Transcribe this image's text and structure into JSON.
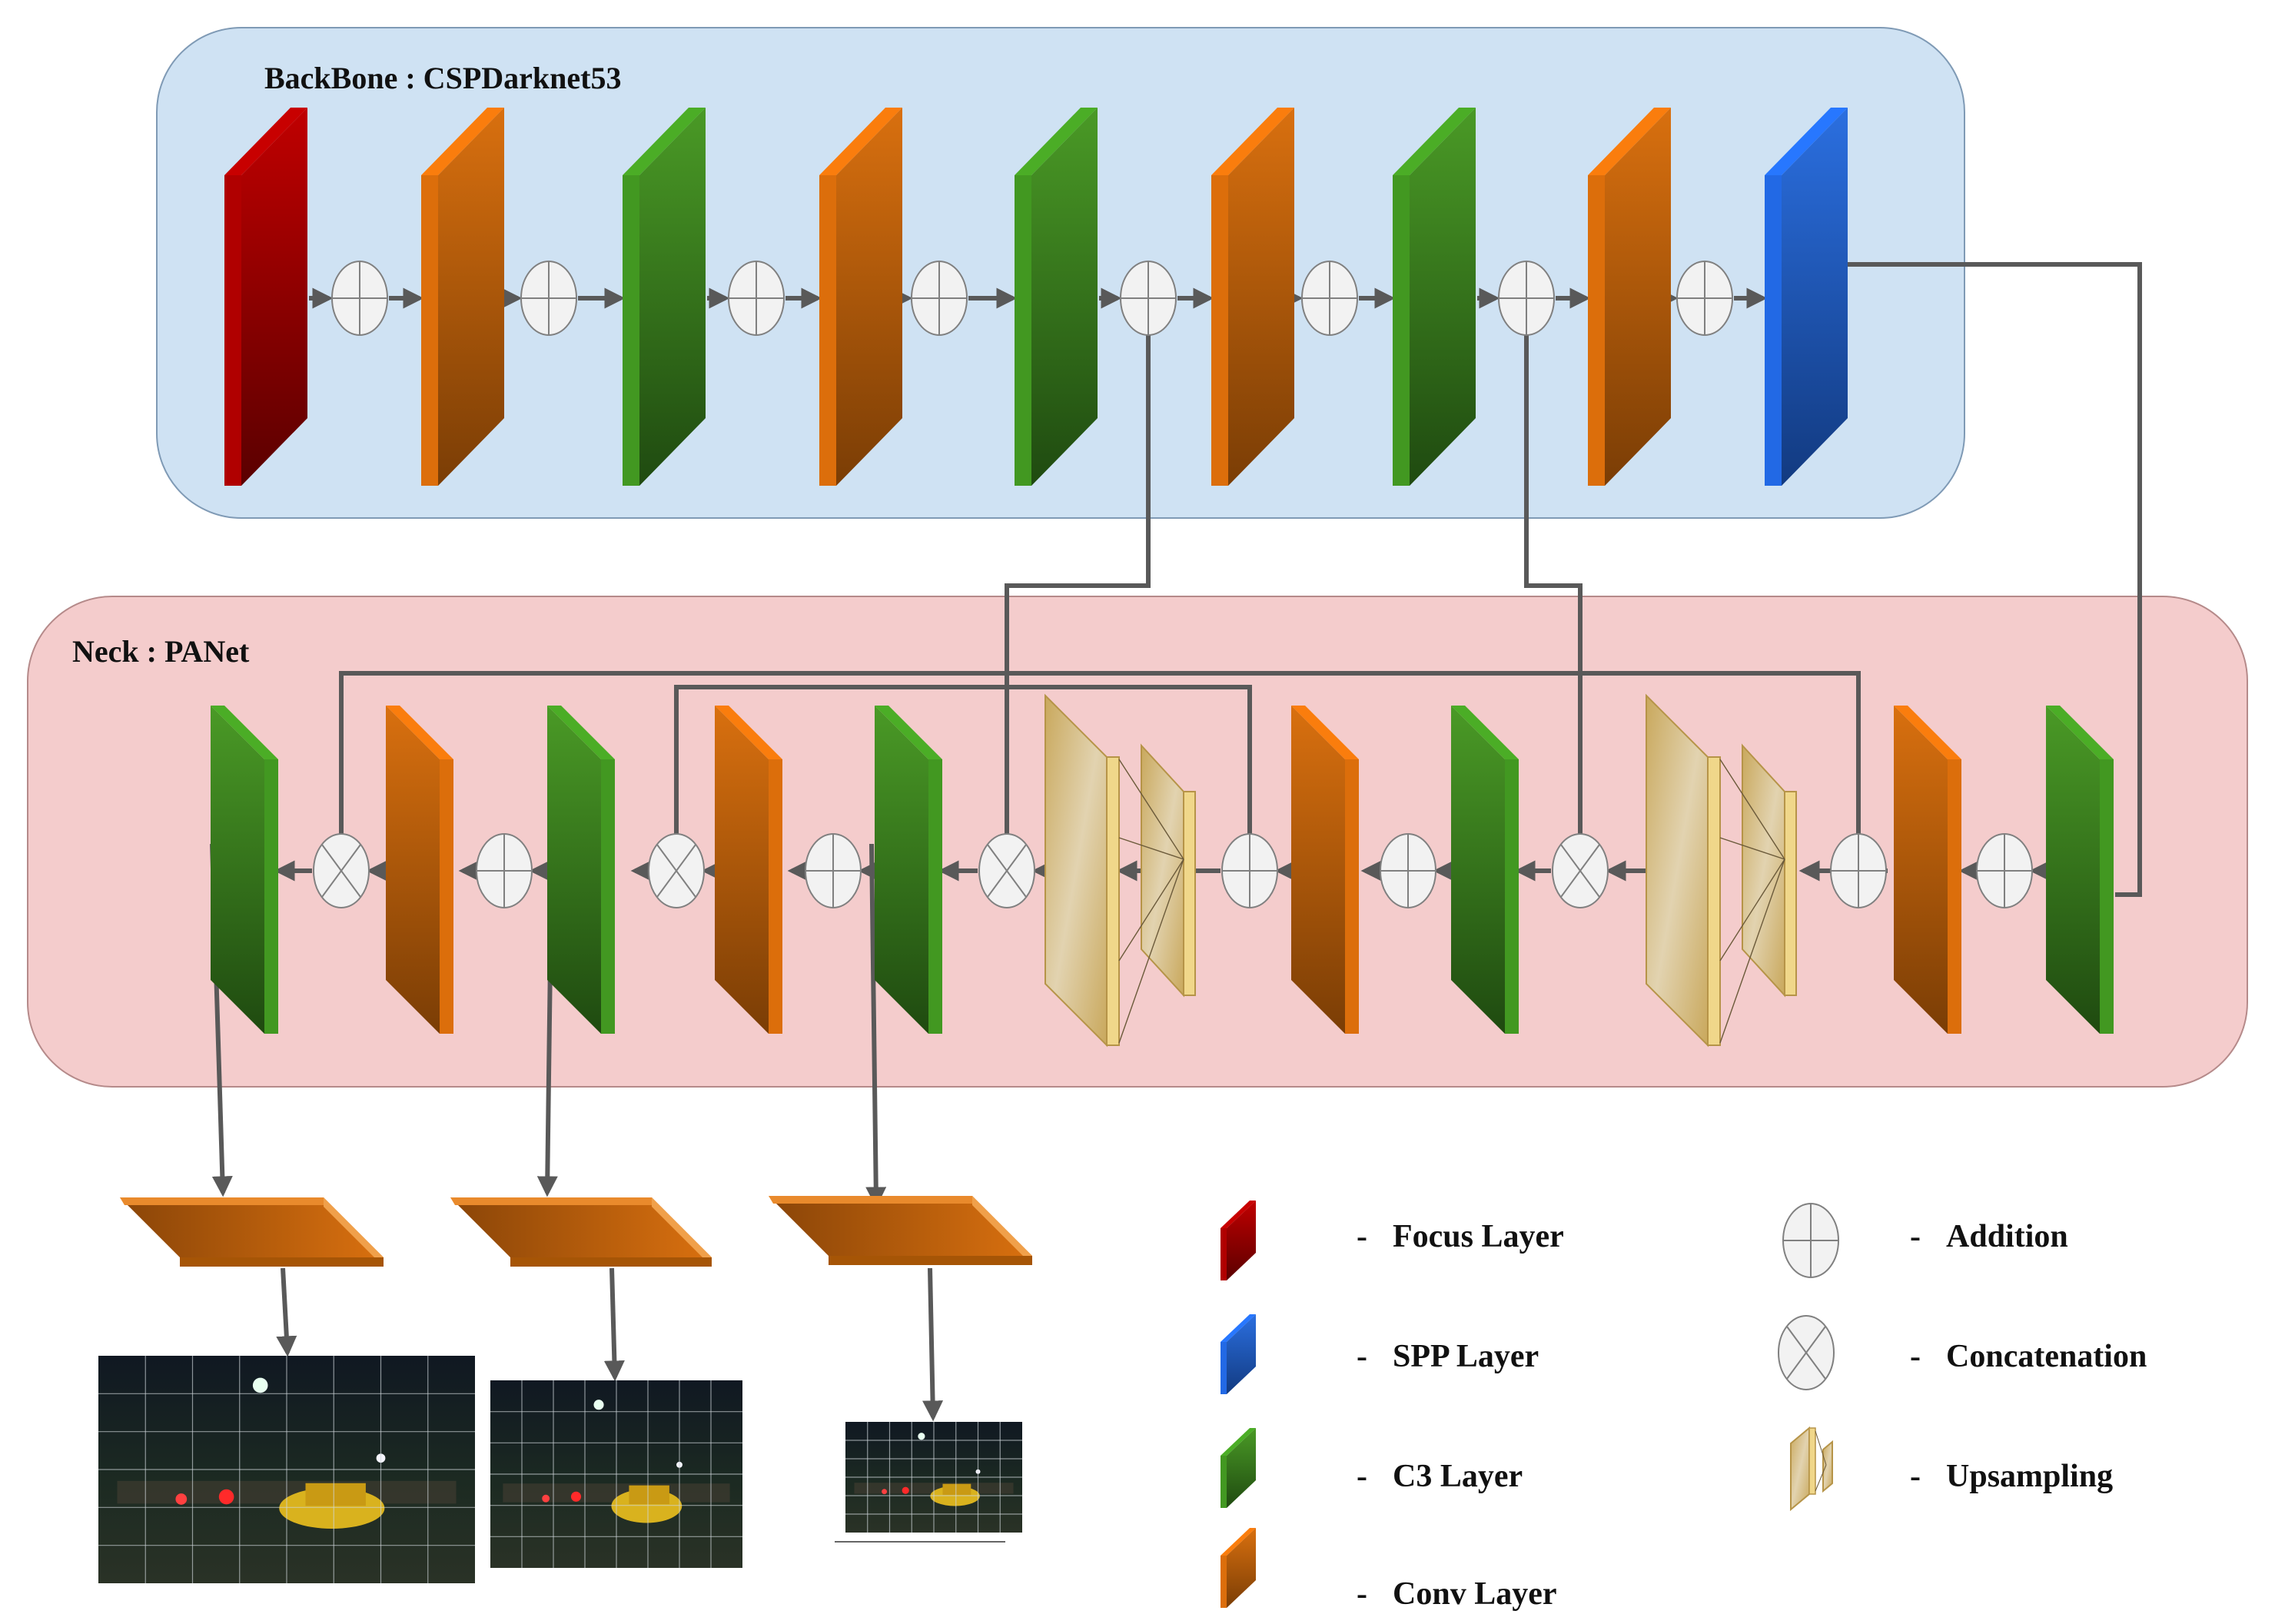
{
  "backbone": {
    "title": "BackBone : CSPDarknet53",
    "fill": "#cfe2f3",
    "stroke": "#7f9ab5"
  },
  "neck": {
    "title": "Neck : PANet",
    "fill": "#f4cccc",
    "stroke": "#b58a8a"
  },
  "colors": {
    "focus": "#a00000",
    "conv": "#c8640a",
    "c3": "#3c8a1e",
    "spp": "#1f5fd0",
    "upsample": "#e6cf8f",
    "arrow": "#595959",
    "operator_fill": "#f2f2f2"
  },
  "backbone_layers": [
    "focus",
    "conv",
    "c3",
    "conv",
    "c3",
    "conv",
    "c3",
    "conv",
    "spp"
  ],
  "backbone_operators": [
    "addition",
    "addition",
    "addition",
    "addition",
    "addition",
    "addition",
    "addition",
    "addition"
  ],
  "neck_sequence_right_to_left": [
    "c3",
    "addition",
    "conv",
    "addition",
    "upsample",
    "concatenation",
    "c3",
    "addition",
    "conv",
    "addition",
    "upsample",
    "concatenation",
    "c3",
    "addition",
    "conv",
    "concatenation",
    "c3",
    "addition",
    "conv",
    "concatenation",
    "c3"
  ],
  "detection_heads": 3,
  "legend": {
    "dash": "-",
    "items": [
      {
        "key": "focus",
        "label": "Focus Layer",
        "icon": "focus-layer-icon"
      },
      {
        "key": "spp",
        "label": "SPP Layer",
        "icon": "spp-layer-icon"
      },
      {
        "key": "c3",
        "label": "C3 Layer",
        "icon": "c3-layer-icon"
      },
      {
        "key": "conv",
        "label": "Conv Layer",
        "icon": "conv-layer-icon"
      },
      {
        "key": "addition",
        "label": "Addition",
        "icon": "addition-icon"
      },
      {
        "key": "concatenation",
        "label": "Concatenation",
        "icon": "concatenation-icon"
      },
      {
        "key": "upsample",
        "label": "Upsampling",
        "icon": "upsampling-icon"
      }
    ]
  }
}
